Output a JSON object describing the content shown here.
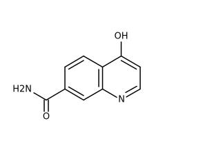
{
  "molecule": {
    "atoms": {
      "hydroxyl": "OH",
      "ring_nitrogen": "N",
      "amide_nitrogen": "H2N",
      "carbonyl_oxygen": "O"
    }
  }
}
